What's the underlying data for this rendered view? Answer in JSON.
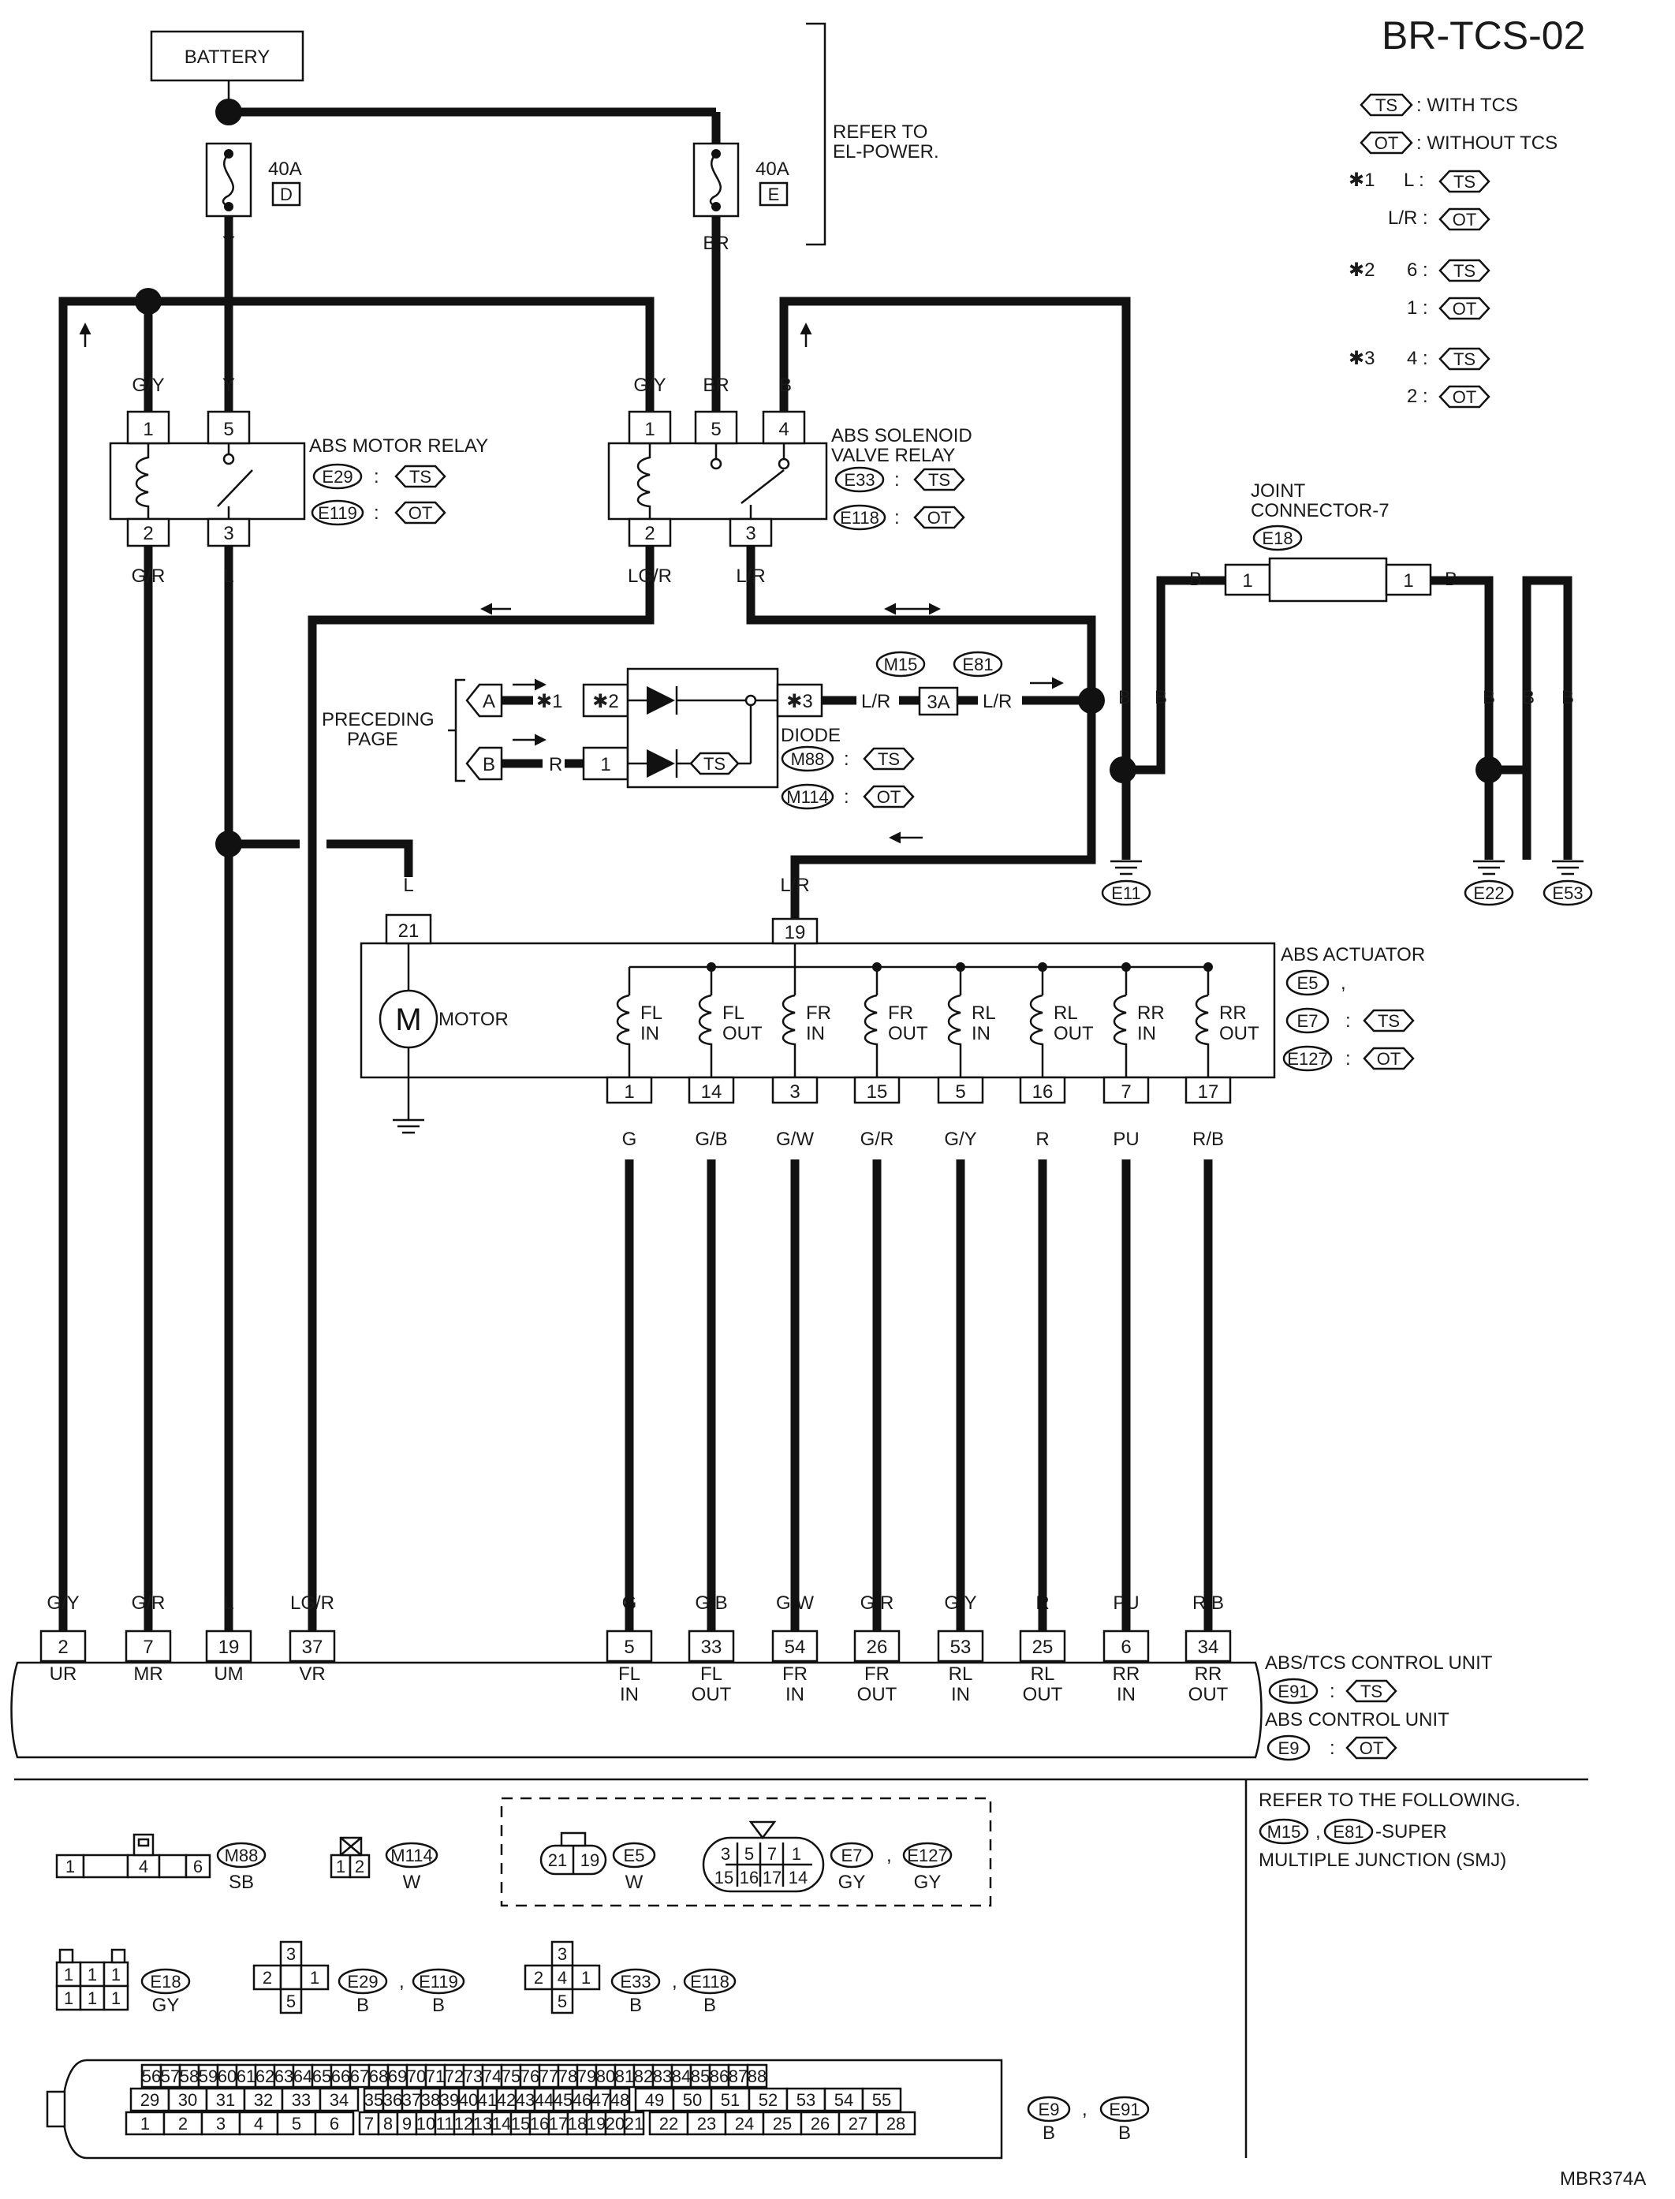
{
  "page": {
    "title": "BR-TCS-02",
    "figure_id": "MBR374A"
  },
  "legend": {
    "ts_symbol": "TS",
    "ts_text": ": WITH TCS",
    "ot_symbol": "OT",
    "ot_text": ": WITHOUT TCS",
    "star1": "✱1",
    "star1_a": "L :",
    "star1_b": "L/R :",
    "star2": "✱2",
    "star2_a": "6 :",
    "star2_b": "1 :",
    "star3": "✱3",
    "star3_a": "4 :",
    "star3_b": "2 :"
  },
  "power": {
    "battery": "BATTERY",
    "refer_line1": "REFER TO",
    "refer_line2": "EL-POWER.",
    "fuse_d_amp": "40A",
    "fuse_d_id": "D",
    "fuse_e_amp": "40A",
    "fuse_e_id": "E"
  },
  "wire_colors": {
    "y": "Y",
    "br": "BR",
    "gy": "G/Y",
    "b": "B",
    "gr": "G/R",
    "l": "L",
    "lgr": "LG/R",
    "lr": "L/R",
    "r": "R"
  },
  "motor_relay": {
    "name": "ABS MOTOR RELAY",
    "conn_ts": "E29",
    "conn_ot": "E119",
    "pins": [
      "1",
      "5",
      "2",
      "3"
    ]
  },
  "solenoid_relay": {
    "name_line1": "ABS SOLENOID",
    "name_line2": "VALVE RELAY",
    "conn_ts": "E33",
    "conn_ot": "E118",
    "pins": [
      "1",
      "5",
      "4",
      "2",
      "3"
    ]
  },
  "joint_connector": {
    "name_line1": "JOINT",
    "name_line2": "CONNECTOR-7",
    "conn": "E18",
    "pin_left": "1",
    "pin_right": "1"
  },
  "diode": {
    "name": "DIODE",
    "conn_ts": "M88",
    "conn_ot": "M114",
    "pin_star2": "✱2",
    "pin_star3": "✱3",
    "pin_1": "1",
    "smj_a": "M15",
    "smj_b": "E81",
    "smj_pin": "3A",
    "star1_label": "✱1"
  },
  "preceding": {
    "line1": "PRECEDING",
    "line2": "PAGE",
    "a": "A",
    "b": "B"
  },
  "grounds": [
    "E11",
    "E22",
    "E53"
  ],
  "actuator": {
    "name": "ABS ACTUATOR",
    "conn_1": "E5",
    "conn_1_suffix": ",",
    "conn_2": "E7",
    "conn_3": "E127",
    "motor_symbol": "M",
    "motor_label": "MOTOR",
    "pin_motor": "21",
    "pin_common": "19",
    "coils": [
      {
        "l1": "FL",
        "l2": "IN"
      },
      {
        "l1": "FL",
        "l2": "OUT"
      },
      {
        "l1": "FR",
        "l2": "IN"
      },
      {
        "l1": "FR",
        "l2": "OUT"
      },
      {
        "l1": "RL",
        "l2": "IN"
      },
      {
        "l1": "RL",
        "l2": "OUT"
      },
      {
        "l1": "RR",
        "l2": "IN"
      },
      {
        "l1": "RR",
        "l2": "OUT"
      }
    ],
    "pins": [
      "1",
      "14",
      "3",
      "15",
      "5",
      "16",
      "7",
      "17"
    ],
    "wire_colors": [
      "G",
      "G/B",
      "G/W",
      "G/R",
      "G/Y",
      "R",
      "PU",
      "R/B"
    ]
  },
  "control_unit": {
    "name_tcs": "ABS/TCS CONTROL UNIT",
    "conn_tcs": "E91",
    "name_abs": "ABS CONTROL UNIT",
    "conn_abs": "E9",
    "left_terminals": [
      {
        "color": "G/Y",
        "pin": "2",
        "l1": "UR",
        "l2": ""
      },
      {
        "color": "G/R",
        "pin": "7",
        "l1": "MR",
        "l2": ""
      },
      {
        "color": "L",
        "pin": "19",
        "l1": "UM",
        "l2": ""
      },
      {
        "color": "LG/R",
        "pin": "37",
        "l1": "VR",
        "l2": ""
      }
    ],
    "right_terminals": [
      {
        "color": "G",
        "pin": "5",
        "l1": "FL",
        "l2": "IN"
      },
      {
        "color": "G/B",
        "pin": "33",
        "l1": "FL",
        "l2": "OUT"
      },
      {
        "color": "G/W",
        "pin": "54",
        "l1": "FR",
        "l2": "IN"
      },
      {
        "color": "G/R",
        "pin": "26",
        "l1": "FR",
        "l2": "OUT"
      },
      {
        "color": "G/Y",
        "pin": "53",
        "l1": "RL",
        "l2": "IN"
      },
      {
        "color": "R",
        "pin": "25",
        "l1": "RL",
        "l2": "OUT"
      },
      {
        "color": "PU",
        "pin": "6",
        "l1": "RR",
        "l2": "IN"
      },
      {
        "color": "R/B",
        "pin": "34",
        "l1": "RR",
        "l2": "OUT"
      }
    ]
  },
  "connector_views": {
    "m88": {
      "id": "M88",
      "color": "SB",
      "pins": [
        "1",
        "4",
        "6"
      ]
    },
    "m114": {
      "id": "M114",
      "color": "W",
      "pins": [
        "1",
        "2"
      ]
    },
    "e5": {
      "id": "E5",
      "color": "W",
      "pins": [
        "21",
        "19"
      ]
    },
    "e7": {
      "id": "E7",
      "color": "GY",
      "pins_top": [
        "3",
        "5",
        "7",
        "1"
      ],
      "pins_bottom": [
        "15",
        "16",
        "17",
        "14"
      ]
    },
    "e127": {
      "id": "E127",
      "color": "GY"
    },
    "e18": {
      "id": "E18",
      "color": "GY",
      "pins": [
        "1",
        "1",
        "1",
        "1",
        "1",
        "1"
      ]
    },
    "e29": {
      "id": "E29",
      "color": "B",
      "pins": [
        "3",
        "2",
        "1",
        "5"
      ]
    },
    "e119": {
      "id": "E119",
      "color": "B"
    },
    "e33": {
      "id": "E33",
      "color": "B",
      "pins": [
        "3",
        "2",
        "4",
        "1",
        "5"
      ]
    },
    "e118": {
      "id": "E118",
      "color": "B"
    },
    "e9": {
      "id": "E9",
      "color": "B"
    },
    "e91": {
      "id": "E91",
      "color": "B"
    },
    "sep": ","
  },
  "smj_note": {
    "line1": "REFER TO THE FOLLOWING.",
    "conn_a": "M15",
    "conn_b": "E81",
    "suffix": "-SUPER",
    "line3": "MULTIPLE JUNCTION (SMJ)"
  }
}
